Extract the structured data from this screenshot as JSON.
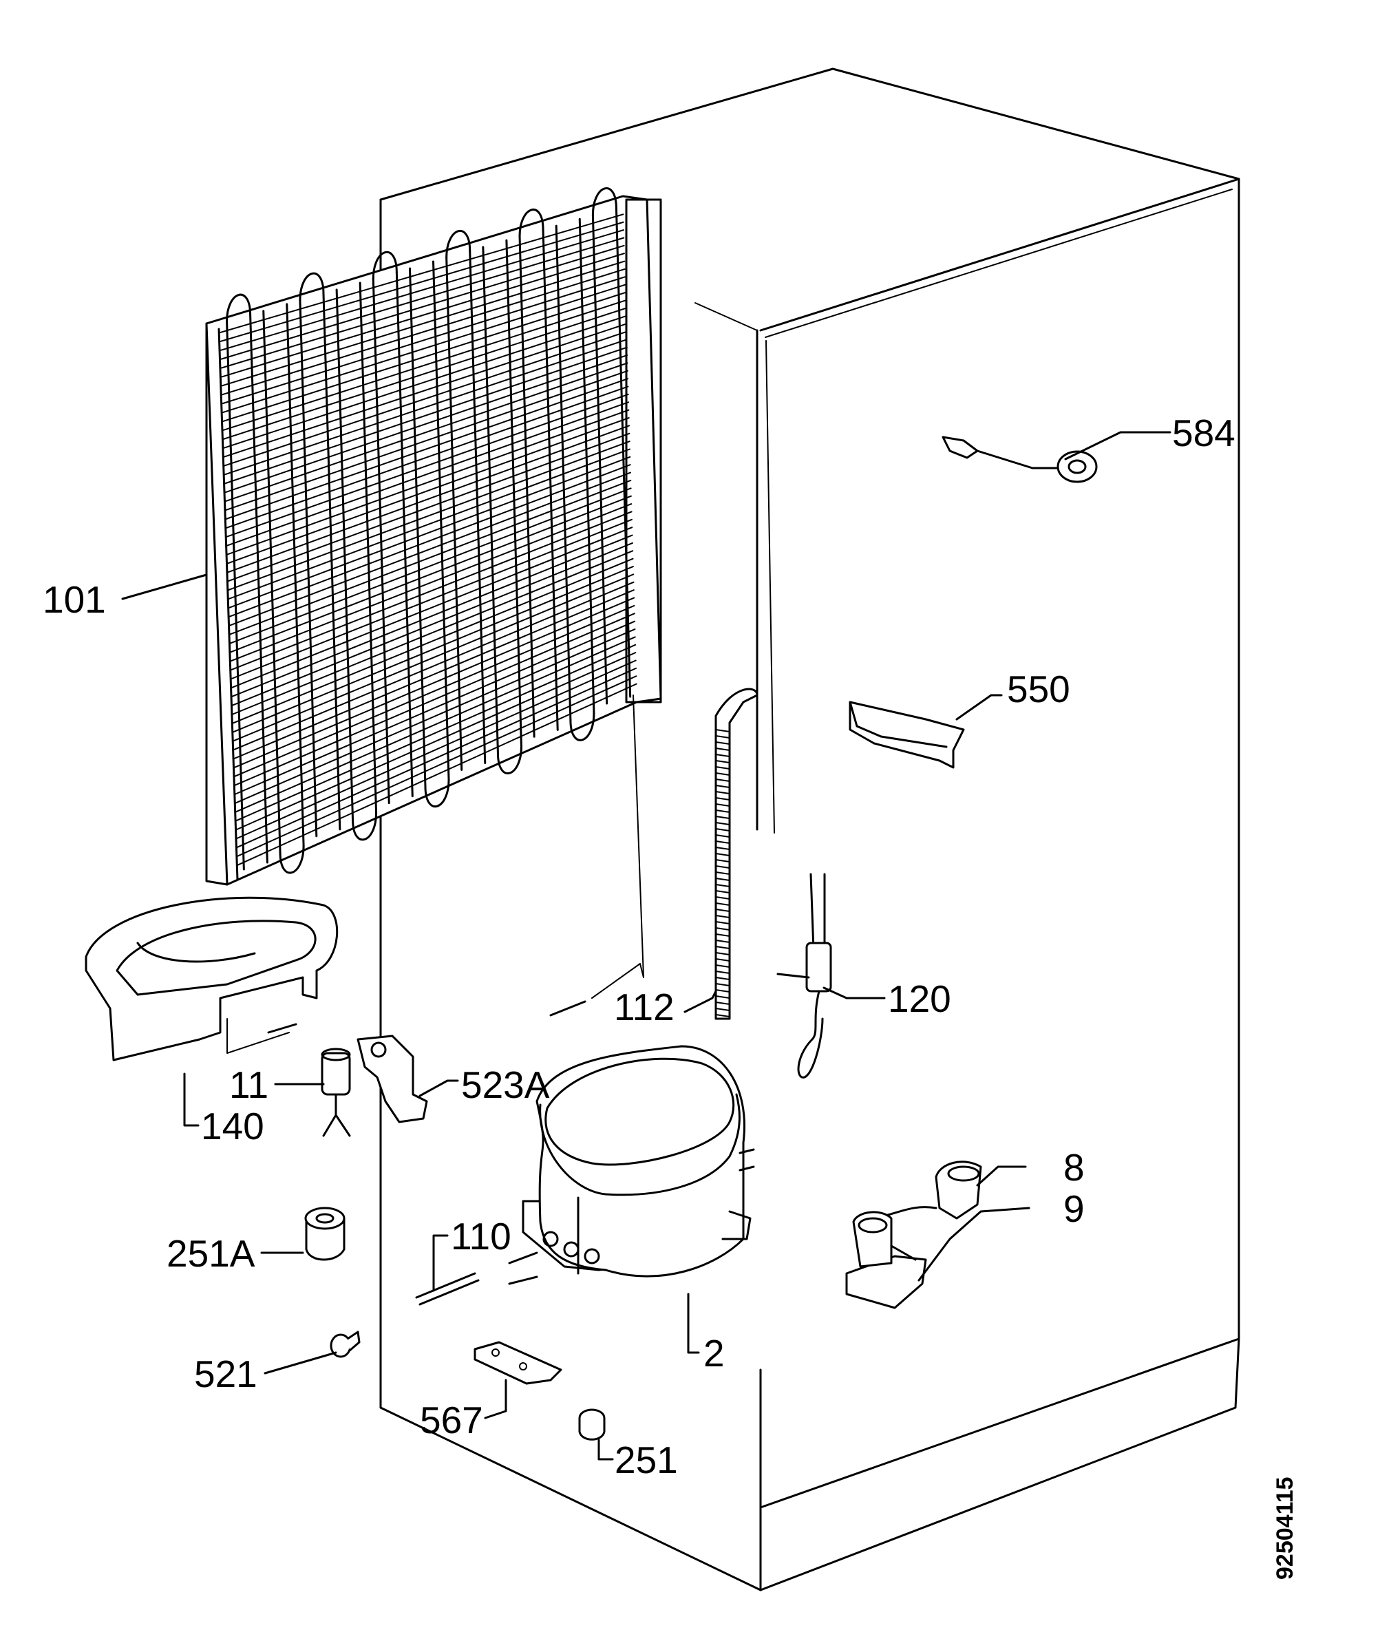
{
  "labels": {
    "l584": "584",
    "l101": "101",
    "l550": "550",
    "l112": "112",
    "l120": "120",
    "l11": "11",
    "l523a": "523A",
    "l140": "140",
    "l8": "8",
    "l9": "9",
    "l110": "110",
    "l251a": "251A",
    "l2": "2",
    "l521": "521",
    "l567": "567",
    "l251": "251"
  },
  "doc_id": "92504115"
}
